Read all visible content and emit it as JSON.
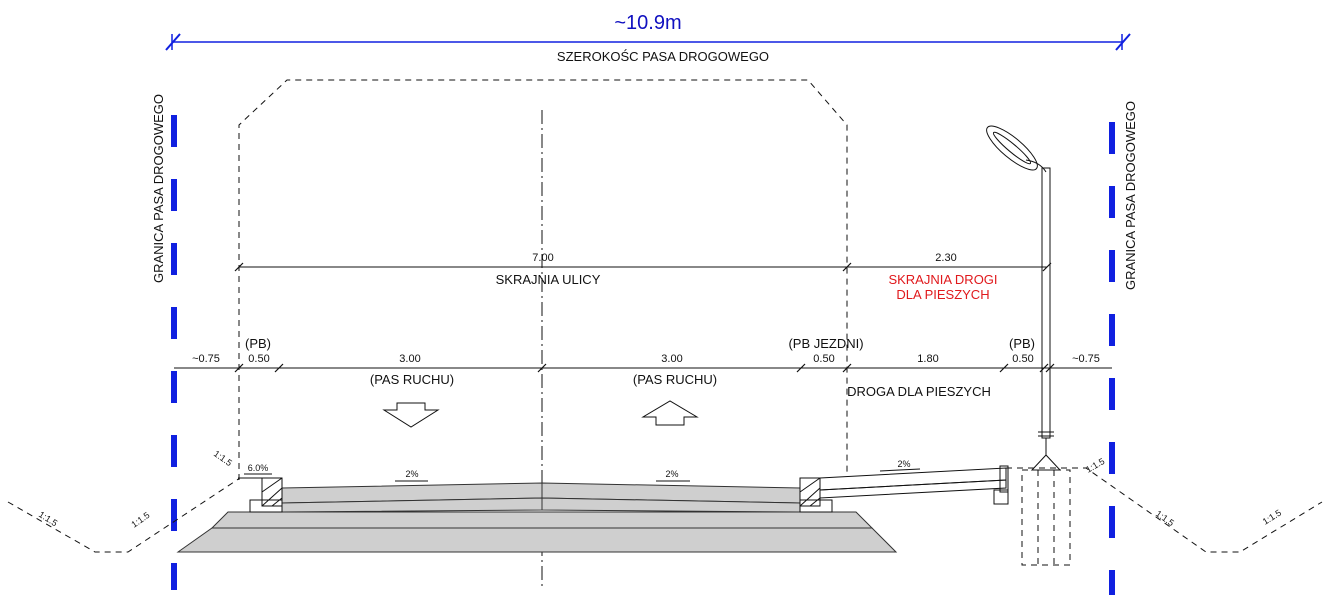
{
  "overall": {
    "width_label": "~10.9m",
    "description": "SZEROKOŚC PASA DROGOWEGO"
  },
  "boundary": {
    "left_label": "GRANICA PASA DROGOWEGO",
    "right_label": "GRANICA PASA DROGOWEGO"
  },
  "clearance": {
    "street_value": "7.00",
    "street_label": "SKRAJNIA ULICY",
    "ped_value": "2.30",
    "ped_label_line1": "SKRAJNIA DROGI",
    "ped_label_line2": "DLA PIESZYCH",
    "ped_color": "#e0191c"
  },
  "segments": {
    "left_margin": "~0.75",
    "pb_left_tag": "(PB)",
    "pb_left": "0.50",
    "lane_left": "3.00",
    "lane_left_label": "(PAS RUCHU)",
    "lane_right": "3.00",
    "lane_right_label": "(PAS RUCHU)",
    "pb_road_tag": "(PB JEZDNI)",
    "pb_road": "0.50",
    "sidewalk": "1.80",
    "sidewalk_label": "DROGA DLA PIESZYCH",
    "pb_right_tag": "(PB)",
    "pb_right": "0.50",
    "right_margin": "~0.75"
  },
  "slopes": {
    "left_shoulder": "6.0%",
    "lane_left": "2%",
    "lane_right": "2%",
    "sidewalk": "2%",
    "embankment": "1:1.5"
  },
  "colors": {
    "boundary": "#1020e0",
    "title": "#1010c0",
    "pavement": "#cfcfcf"
  }
}
